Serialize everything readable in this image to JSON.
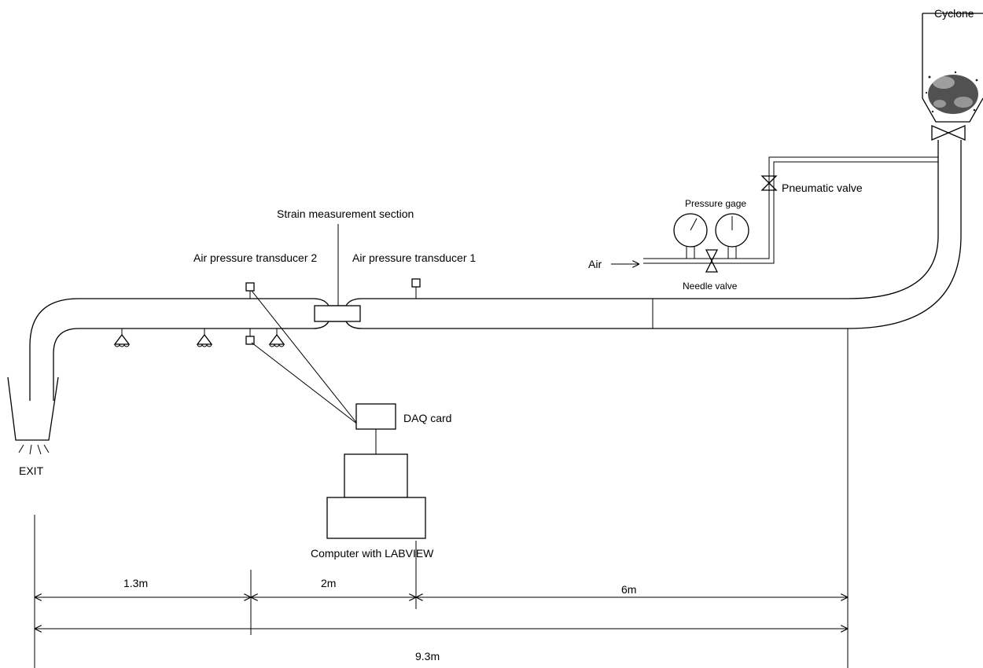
{
  "labels": {
    "cyclone": "Cyclone",
    "pneumatic_valve": "Pneumatic valve",
    "pressure_gage": "Pressure gage",
    "air": "Air",
    "needle_valve": "Needle valve",
    "strain_section": "Strain measurement section",
    "transducer_2": "Air pressure transducer 2",
    "transducer_1": "Air pressure transducer 1",
    "daq_card": "DAQ card",
    "computer": "Computer with LABVIEW",
    "exit": "EXIT"
  },
  "dimensions": {
    "seg1": "1.3m",
    "seg2": "2m",
    "seg3": "6m",
    "total": "9.3m"
  }
}
